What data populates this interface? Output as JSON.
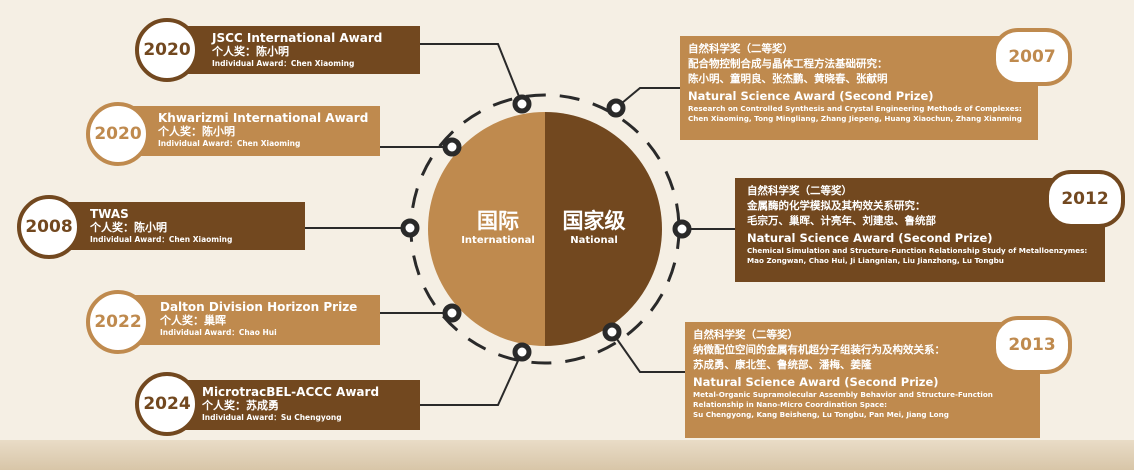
{
  "center": {
    "left_zh": "国际",
    "left_en": "International",
    "right_zh": "国家级",
    "right_en": "National"
  },
  "colors": {
    "dark": "#72481f",
    "light": "#bf8a4e",
    "background": "#f5efe4"
  },
  "international_awards": [
    {
      "year": "2020",
      "title": "JSCC International Award",
      "zh": "个人奖：陈小明",
      "en": "Individual Award：Chen Xiaoming"
    },
    {
      "year": "2020",
      "title": "Khwarizmi International Award",
      "zh": "个人奖：陈小明",
      "en": "Individual Award：Chen Xiaoming"
    },
    {
      "year": "2008",
      "title": "TWAS",
      "zh": "个人奖：陈小明",
      "en": "Individual Award：Chen Xiaoming"
    },
    {
      "year": "2022",
      "title": "Dalton Division Horizon Prize",
      "zh": "个人奖：巢晖",
      "en": "Individual Award：Chao Hui"
    },
    {
      "year": "2024",
      "title": "MicrotracBEL-ACCC Award",
      "zh": "个人奖：苏成勇",
      "en": "Individual Award：Su Chengyong"
    }
  ],
  "national_awards": [
    {
      "year": "2007",
      "zh_lines": [
        "自然科学奖（二等奖）",
        "配合物控制合成与晶体工程方法基础研究：",
        "陈小明、童明良、张杰鹏、黄晓春、张献明"
      ],
      "en_title": "Natural Science Award (Second Prize)",
      "en_lines": [
        "Research on Controlled Synthesis and Crystal Engineering Methods of Complexes:",
        "Chen Xiaoming, Tong Mingliang, Zhang Jiepeng, Huang Xiaochun, Zhang Xianming"
      ]
    },
    {
      "year": "2012",
      "zh_lines": [
        "自然科学奖（二等奖）",
        "金属酶的化学模拟及其构效关系研究：",
        "毛宗万、巢晖、计亮年、刘建忠、鲁统部"
      ],
      "en_title": "Natural Science Award (Second Prize)",
      "en_lines": [
        "Chemical Simulation and Structure-Function Relationship Study of Metalloenzymes:",
        "Mao Zongwan, Chao Hui, Ji Liangnian, Liu Jianzhong, Lu Tongbu"
      ]
    },
    {
      "year": "2013",
      "zh_lines": [
        "自然科学奖（二等奖）",
        "纳微配位空间的金属有机超分子组装行为及构效关系：",
        "苏成勇、康北笙、鲁统部、潘梅、姜隆"
      ],
      "en_title": "Natural Science Award (Second Prize)",
      "en_lines": [
        "Metal-Organic Supramolecular Assembly Behavior and Structure-Function",
        "Relationship in Nano-Micro Coordination Space:",
        "Su Chengyong, Kang Beisheng, Lu Tongbu, Pan Mei, Jiang Long"
      ]
    }
  ]
}
